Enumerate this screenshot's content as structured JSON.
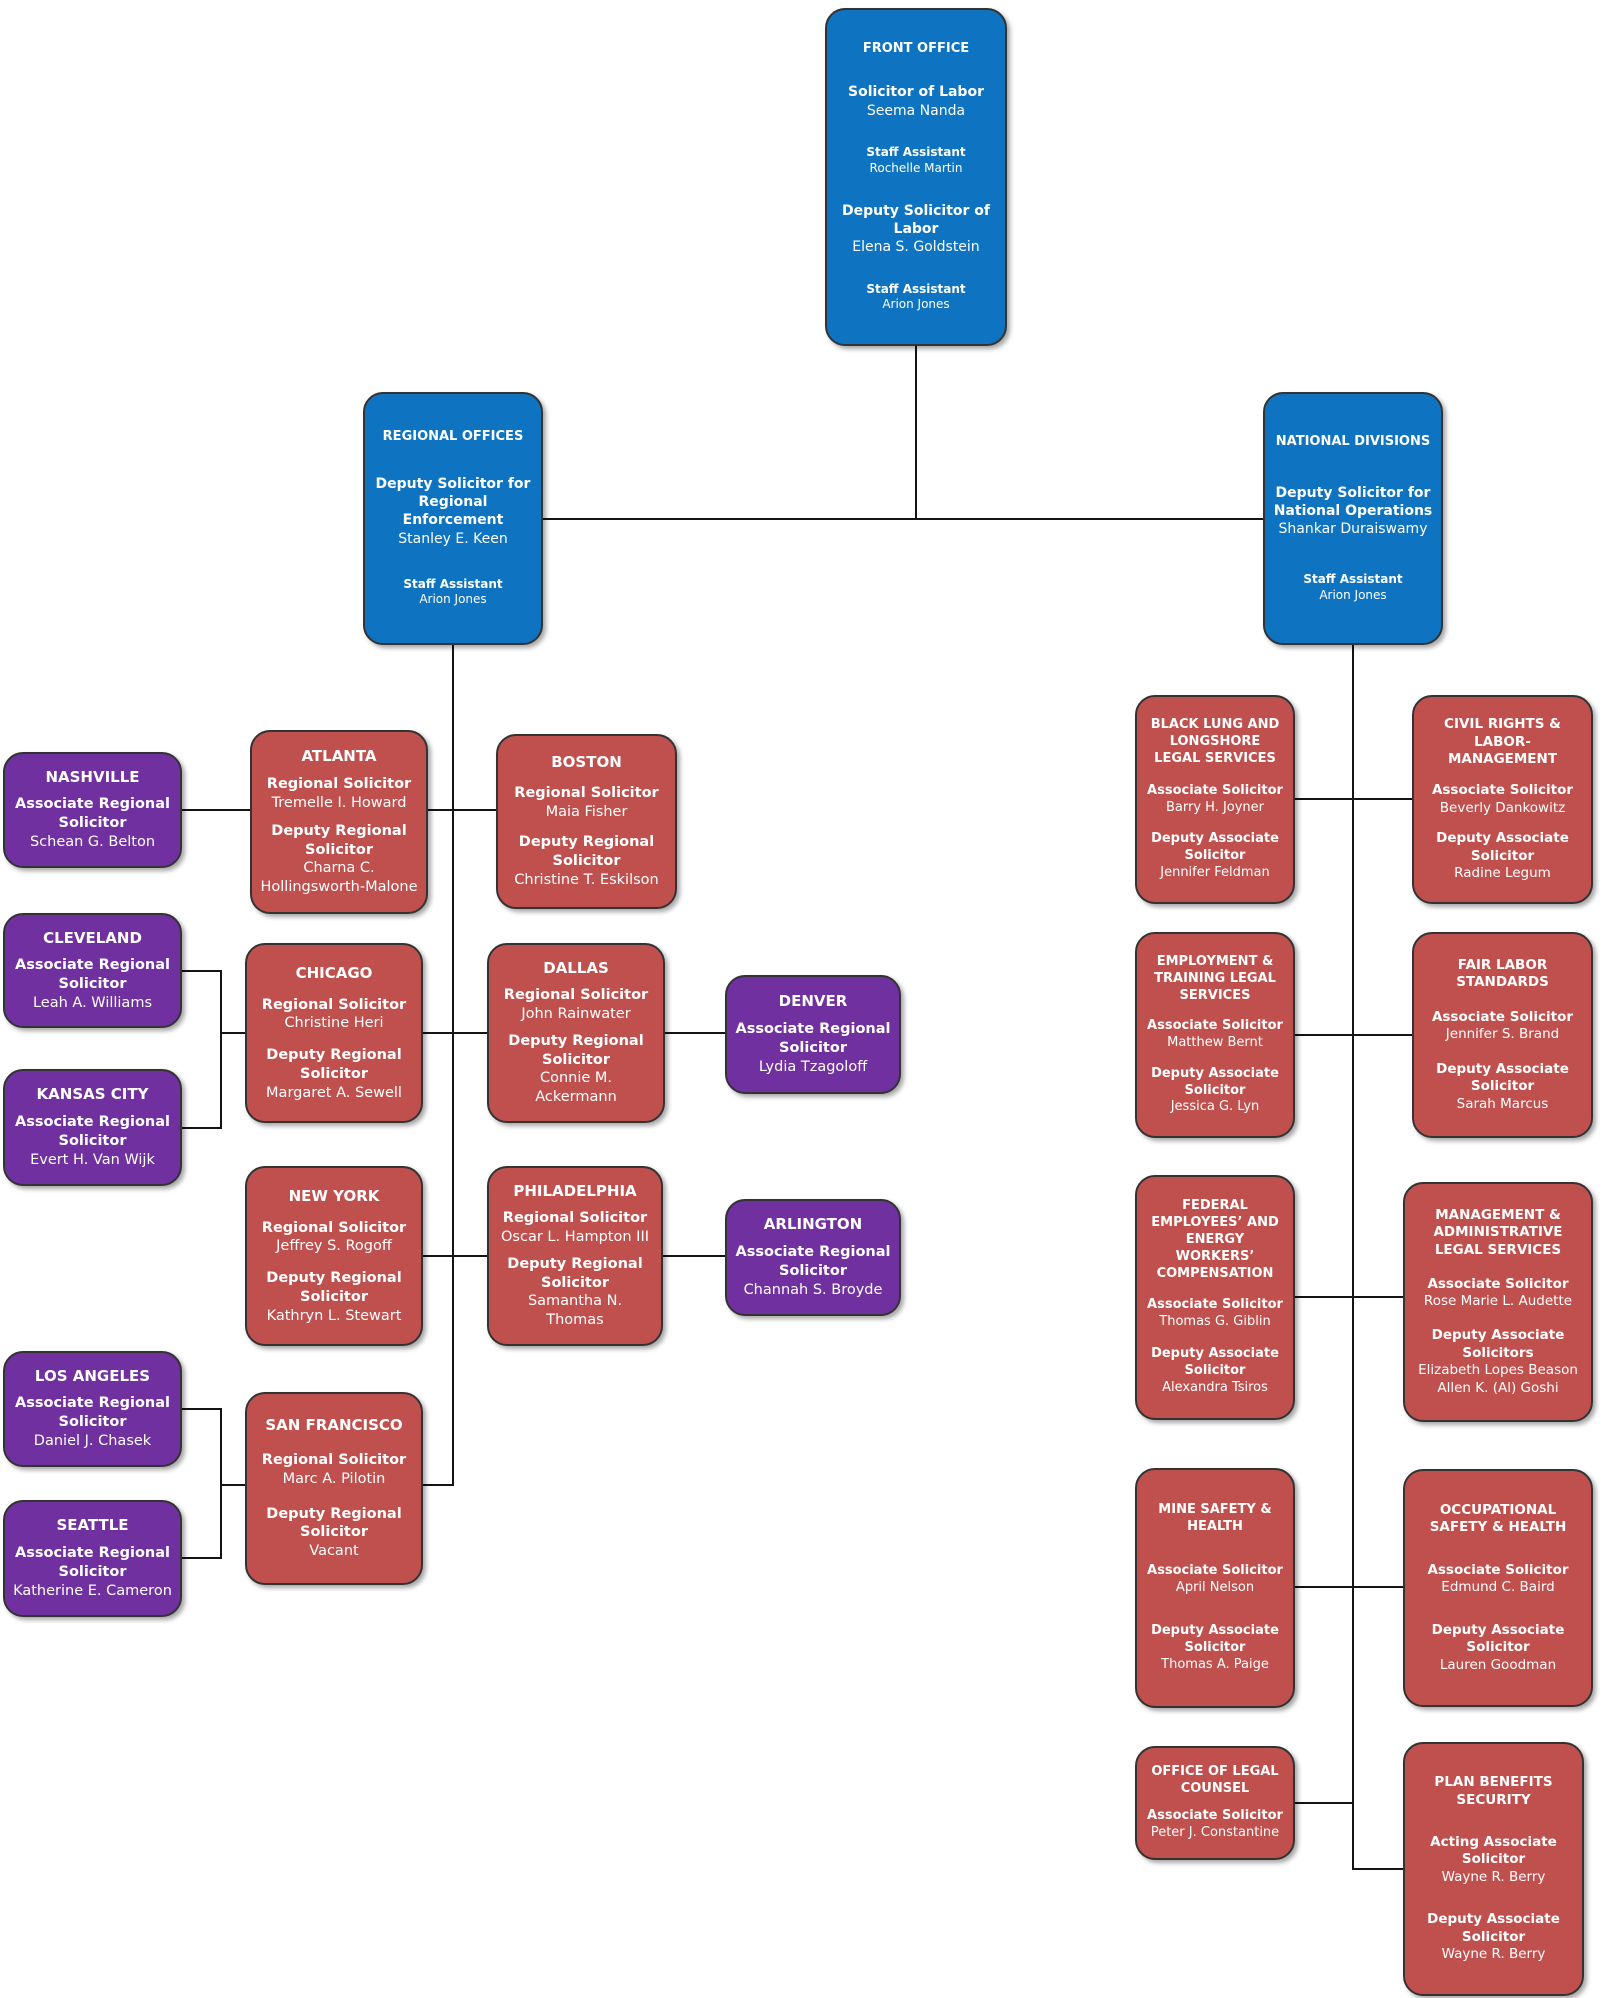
{
  "colors": {
    "blue_fill": "#0e74c2",
    "red_fill": "#c0504d",
    "purple_fill": "#7030a0",
    "border": "#333333",
    "connector": "#141414",
    "text": "#ffffff"
  },
  "boxes": {
    "front_office": {
      "title": "FRONT OFFICE",
      "sections": [
        {
          "role": "Solicitor of Labor",
          "name": "Seema Nanda"
        },
        {
          "role": "Staff Assistant",
          "name": "Rochelle Martin"
        },
        {
          "role": "Deputy Solicitor of Labor",
          "name": "Elena S. Goldstein"
        },
        {
          "role": "Staff Assistant",
          "name": "Arion Jones"
        }
      ]
    },
    "regional_offices": {
      "title": "REGIONAL OFFICES",
      "sections": [
        {
          "role": "Deputy Solicitor for Regional Enforcement",
          "name": "Stanley E. Keen"
        },
        {
          "role": "Staff Assistant",
          "name": "Arion Jones"
        }
      ]
    },
    "national_divisions": {
      "title": "NATIONAL DIVISIONS",
      "sections": [
        {
          "role": "Deputy Solicitor for National Operations",
          "name": "Shankar Duraiswamy"
        },
        {
          "role": "Staff Assistant",
          "name": "Arion Jones"
        }
      ]
    },
    "nashville": {
      "title": "NASHVILLE",
      "sections": [
        {
          "role": "Associate Regional Solicitor",
          "name": "Schean G. Belton"
        }
      ]
    },
    "atlanta": {
      "title": "ATLANTA",
      "sections": [
        {
          "role": "Regional Solicitor",
          "name": "Tremelle I. Howard"
        },
        {
          "role": "Deputy Regional Solicitor",
          "name": "Charna C. Hollingsworth-Malone"
        }
      ]
    },
    "boston": {
      "title": "BOSTON",
      "sections": [
        {
          "role": "Regional Solicitor",
          "name": "Maia Fisher"
        },
        {
          "role": "Deputy Regional Solicitor",
          "name": "Christine T. Eskilson"
        }
      ]
    },
    "cleveland": {
      "title": "CLEVELAND",
      "sections": [
        {
          "role": "Associate Regional Solicitor",
          "name": "Leah A. Williams"
        }
      ]
    },
    "kansas_city": {
      "title": "KANSAS CITY",
      "sections": [
        {
          "role": "Associate Regional Solicitor",
          "name": "Evert H. Van Wijk"
        }
      ]
    },
    "chicago": {
      "title": "CHICAGO",
      "sections": [
        {
          "role": "Regional Solicitor",
          "name": "Christine Heri"
        },
        {
          "role": "Deputy Regional Solicitor",
          "name": "Margaret A. Sewell"
        }
      ]
    },
    "dallas": {
      "title": "DALLAS",
      "sections": [
        {
          "role": "Regional Solicitor",
          "name": "John Rainwater"
        },
        {
          "role": "Deputy Regional Solicitor",
          "name": "Connie M. Ackermann"
        }
      ]
    },
    "denver": {
      "title": "DENVER",
      "sections": [
        {
          "role": "Associate Regional Solicitor",
          "name": "Lydia Tzagoloff"
        }
      ]
    },
    "new_york": {
      "title": "NEW YORK",
      "sections": [
        {
          "role": "Regional Solicitor",
          "name": "Jeffrey S. Rogoff"
        },
        {
          "role": "Deputy Regional Solicitor",
          "name": "Kathryn L. Stewart"
        }
      ]
    },
    "philadelphia": {
      "title": "PHILADELPHIA",
      "sections": [
        {
          "role": "Regional Solicitor",
          "name": "Oscar L. Hampton III"
        },
        {
          "role": "Deputy Regional Solicitor",
          "name": "Samantha N. Thomas"
        }
      ]
    },
    "arlington": {
      "title": "ARLINGTON",
      "sections": [
        {
          "role": "Associate Regional Solicitor",
          "name": "Channah S. Broyde"
        }
      ]
    },
    "los_angeles": {
      "title": "LOS ANGELES",
      "sections": [
        {
          "role": "Associate Regional Solicitor",
          "name": "Daniel J. Chasek"
        }
      ]
    },
    "seattle": {
      "title": "SEATTLE",
      "sections": [
        {
          "role": "Associate Regional Solicitor",
          "name": "Katherine E. Cameron"
        }
      ]
    },
    "san_francisco": {
      "title": "SAN FRANCISCO",
      "sections": [
        {
          "role": "Regional Solicitor",
          "name": "Marc A. Pilotin"
        },
        {
          "role": "Deputy Regional Solicitor",
          "name": "Vacant"
        }
      ]
    },
    "black_lung": {
      "title": "BLACK LUNG AND LONGSHORE LEGAL SERVICES",
      "sections": [
        {
          "role": "Associate Solicitor",
          "name": "Barry H. Joyner"
        },
        {
          "role": "Deputy Associate Solicitor",
          "name": "Jennifer Feldman"
        }
      ]
    },
    "civil_rights": {
      "title": "CIVIL RIGHTS & LABOR-MANAGEMENT",
      "sections": [
        {
          "role": "Associate Solicitor",
          "name": "Beverly Dankowitz"
        },
        {
          "role": "Deputy Associate Solicitor",
          "name": "Radine Legum"
        }
      ]
    },
    "employment_training": {
      "title": "EMPLOYMENT & TRAINING LEGAL SERVICES",
      "sections": [
        {
          "role": "Associate Solicitor",
          "name": "Matthew Bernt"
        },
        {
          "role": "Deputy Associate Solicitor",
          "name": "Jessica G. Lyn"
        }
      ]
    },
    "fair_labor": {
      "title": "FAIR LABOR STANDARDS",
      "sections": [
        {
          "role": "Associate Solicitor",
          "name": "Jennifer S. Brand"
        },
        {
          "role": "Deputy Associate Solicitor",
          "name": "Sarah Marcus"
        }
      ]
    },
    "federal_employees": {
      "title": "FEDERAL EMPLOYEES’ AND ENERGY WORKERS’ COMPENSATION",
      "sections": [
        {
          "role": "Associate Solicitor",
          "name": "Thomas G. Giblin"
        },
        {
          "role": "Deputy Associate Solicitor",
          "name": "Alexandra Tsiros"
        }
      ]
    },
    "management_admin": {
      "title": "MANAGEMENT & ADMINISTRATIVE LEGAL SERVICES",
      "sections": [
        {
          "role": "Associate Solicitor",
          "name": "Rose Marie L. Audette"
        },
        {
          "role": "Deputy Associate Solicitors",
          "name": "Elizabeth Lopes Beason",
          "name2": "Allen K. (Al) Goshi"
        }
      ]
    },
    "mine_safety": {
      "title": "MINE SAFETY & HEALTH",
      "sections": [
        {
          "role": "Associate Solicitor",
          "name": "April Nelson"
        },
        {
          "role": "Deputy Associate Solicitor",
          "name": "Thomas A. Paige"
        }
      ]
    },
    "occupational_safety": {
      "title": "OCCUPATIONAL SAFETY & HEALTH",
      "sections": [
        {
          "role": "Associate Solicitor",
          "name": "Edmund C. Baird"
        },
        {
          "role": "Deputy Associate Solicitor",
          "name": "Lauren Goodman"
        }
      ]
    },
    "office_legal_counsel": {
      "title": "OFFICE OF LEGAL COUNSEL",
      "sections": [
        {
          "role": "Associate Solicitor",
          "name": "Peter J. Constantine"
        }
      ]
    },
    "plan_benefits": {
      "title": "PLAN BENEFITS SECURITY",
      "sections": [
        {
          "role": "Acting Associate Solicitor",
          "name": "Wayne R. Berry"
        },
        {
          "role": "Deputy Associate Solicitor",
          "name": "Wayne R. Berry"
        }
      ]
    }
  }
}
